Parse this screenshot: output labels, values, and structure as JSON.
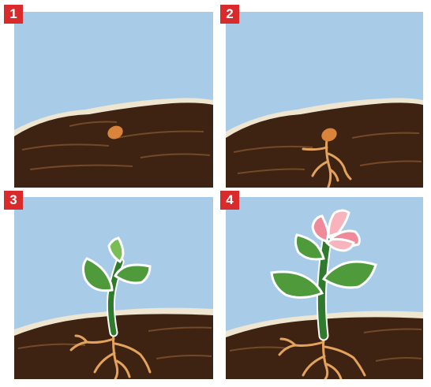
{
  "steps": [
    {
      "number": "1",
      "stage": "seed-in-soil"
    },
    {
      "number": "2",
      "stage": "germinating-seed-with-roots"
    },
    {
      "number": "3",
      "stage": "seedling-with-leaves"
    },
    {
      "number": "4",
      "stage": "flowering-plant"
    }
  ],
  "colors": {
    "sky": "#a8cce8",
    "soil": "#3e2313",
    "soil_highlight": "#8a5a32",
    "sand": "#efe6d2",
    "seed": "#d9843a",
    "root": "#e3a35c",
    "stem": "#2f7a2c",
    "leaf": "#4f9a3a",
    "leaf_light": "#78bd55",
    "petal": "#f08a9a",
    "petal_light": "#f7b4bd",
    "badge": "#d92b2b"
  }
}
